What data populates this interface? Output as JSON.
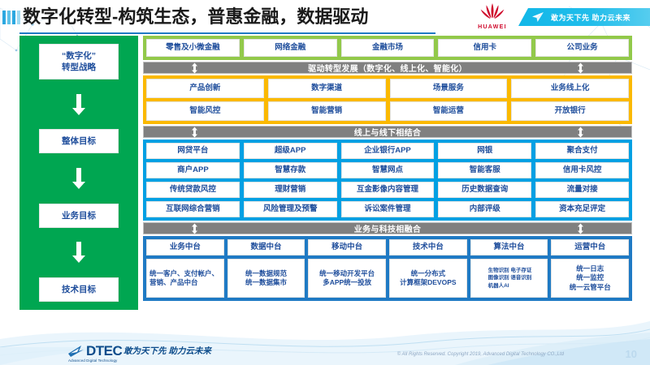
{
  "header": {
    "title": "数字化转型-构筑生态，普惠金融，数据驱动",
    "brand": "HUAWEI",
    "ribbon_text": "敢为天下先 助力云未来"
  },
  "rail": {
    "items": [
      {
        "label": "“数字化”\n转型战略"
      },
      {
        "label": "整体目标"
      },
      {
        "label": "业务目标"
      },
      {
        "label": "技术目标"
      }
    ]
  },
  "sections": {
    "green": {
      "cells": [
        "零售及小微金融",
        "网络金融",
        "金融市场",
        "信用卡",
        "公司业务"
      ]
    },
    "band1": {
      "label": "驱动转型发展（数字化、线上化、智能化）"
    },
    "orange": {
      "row1": [
        "产品创新",
        "数字渠道",
        "场景服务",
        "业务线上化"
      ],
      "row2": [
        "智能风控",
        "智能营销",
        "智能运营",
        "开放银行"
      ]
    },
    "band2": {
      "label": "线上与线下相结合"
    },
    "blue": {
      "row1": [
        "网贷平台",
        "超级APP",
        "企业银行APP",
        "网银",
        "聚合支付"
      ],
      "row2": [
        "商户APP",
        "智慧存款",
        "智慧网点",
        "智能客服",
        "信用卡风控"
      ],
      "row3": [
        "传统贷款风控",
        "理财营销",
        "互金影像内容管理",
        "历史数据查询",
        "流量对接"
      ],
      "row4": [
        "互联网综合营销",
        "风险管理及预警",
        "诉讼案件管理",
        "内部评级",
        "资本充足评定"
      ]
    },
    "band3": {
      "label": "业务与科技相融合"
    },
    "navy": {
      "columns": [
        {
          "head": "业务中台",
          "body": "统一客户、支付帐户、营销、产品中台"
        },
        {
          "head": "数据中台",
          "body": "统一数据规范\n统一数据集市"
        },
        {
          "head": "移动中台",
          "body": "统一移动开发平台\n多APP统一投放"
        },
        {
          "head": "技术中台",
          "body": "统一分布式\n计算框架DEVOPS"
        },
        {
          "head": "算法中台",
          "body": "生物识别  电子存证\n图像识别  语音识别\n机器人AI"
        },
        {
          "head": "运营中台",
          "body": "统一日志\n统一监控\n统一云管平台"
        }
      ]
    }
  },
  "footer": {
    "logo_text": "DTEC",
    "logo_sub": "Advanced Digital Technology",
    "slogan": "敢为天下先   助力云未来",
    "copyright": "© All Rights Reserved. Copyright 2019, Advanced Digital Technology CO.,Ltd",
    "page_number": "10"
  },
  "colors": {
    "green": "#92c94a",
    "orange": "#fbb900",
    "blue": "#00a0e3",
    "navy": "#1f7ac4",
    "rail": "#00a651",
    "band": "#808080",
    "text": "#1f4e9c",
    "huawei_red": "#cf0a2c",
    "ribbon": "#12b7e8"
  }
}
